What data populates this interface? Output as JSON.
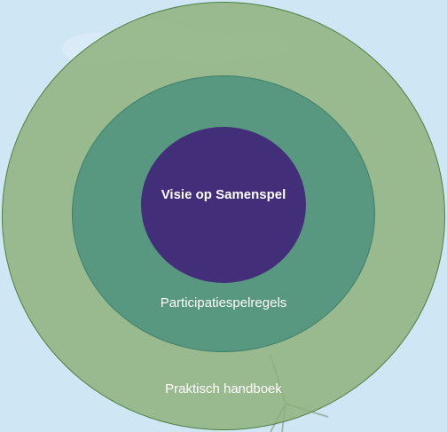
{
  "diagram": {
    "rings": [
      {
        "label": "Praktisch handboek",
        "color": "#8cb078"
      },
      {
        "label": "Participatiespelregels",
        "color": "#4c927e"
      },
      {
        "label": "Visie op Samenspel",
        "color": "#432e7a"
      }
    ],
    "background_color": "#cfe6f4"
  }
}
